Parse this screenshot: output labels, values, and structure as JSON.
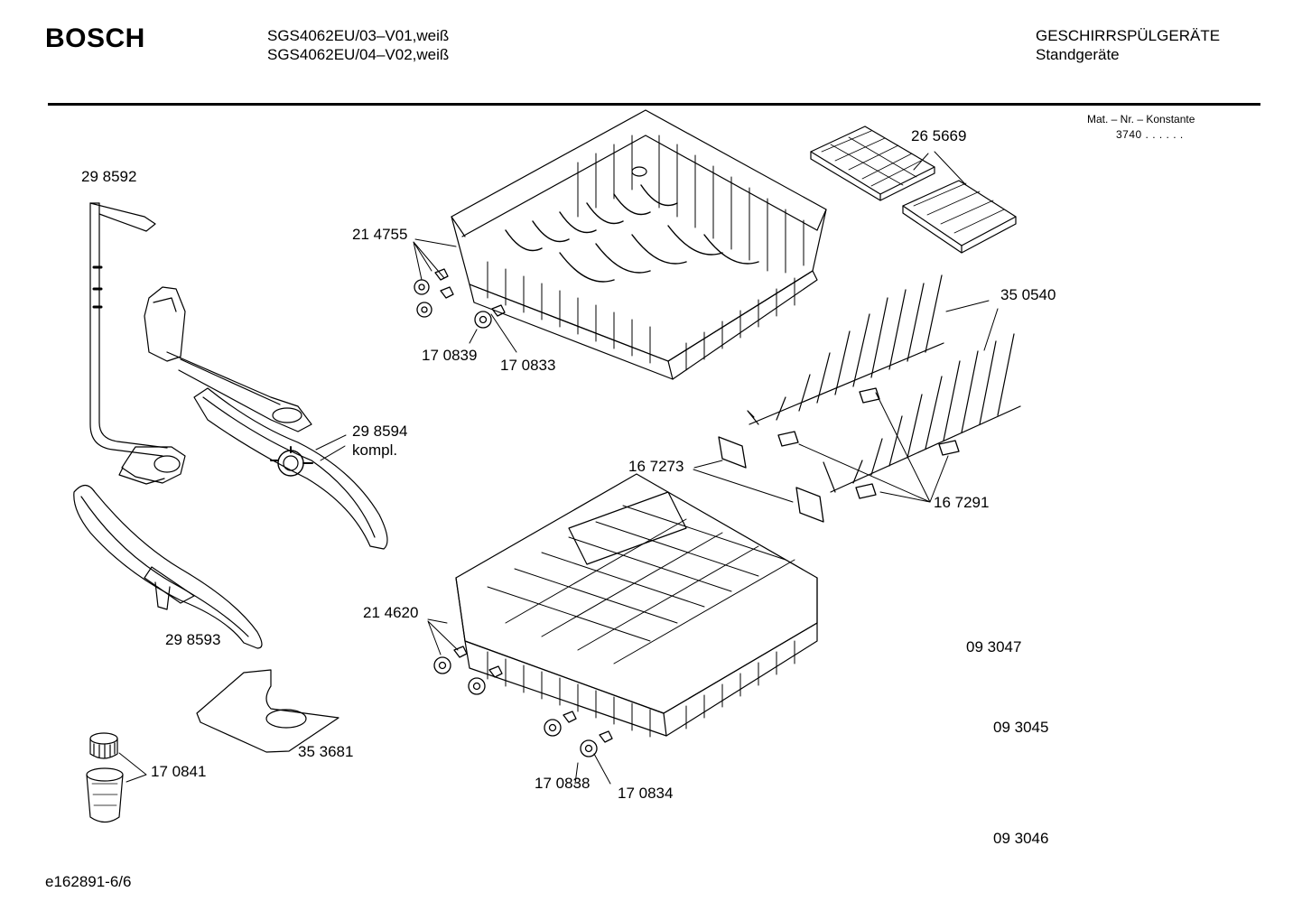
{
  "header": {
    "brand": "BOSCH",
    "models": [
      "SGS4062EU/03–V01,weiß",
      "SGS4062EU/04–V02,weiß"
    ],
    "category": "GESCHIRRSPÜLGERÄTE",
    "subcategory": "Standgeräte",
    "mat_label": "Mat. – Nr. – Konstante",
    "mat_value": "3740  .  .    .  .  .  ."
  },
  "parts": {
    "p298592": "29 8592",
    "p214755": "21 4755",
    "p170839": "17 0839",
    "p170833": "17 0833",
    "p265669": "26 5669",
    "p350540": "35 0540",
    "p298594": "29 8594",
    "p298594_note": "kompl.",
    "p167273": "16 7273",
    "p167291": "16 7291",
    "p214620": "21 4620",
    "p298593": "29 8593",
    "p093047": "09 3047",
    "p093045": "09 3045",
    "p353681": "35 3681",
    "p170841": "17 0841",
    "p170838": "17 0838",
    "p170834": "17 0834",
    "p093046": "09 3046"
  },
  "footer": {
    "drawing_id": "e162891-6/6"
  }
}
